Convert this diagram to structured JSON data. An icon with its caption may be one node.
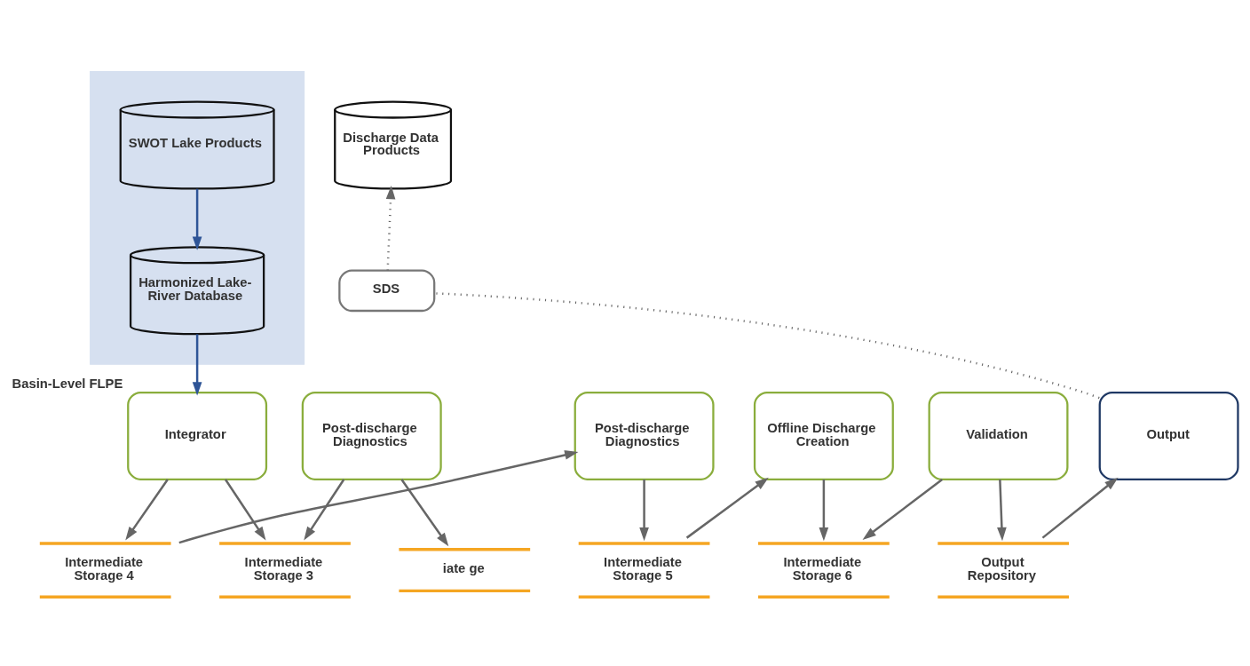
{
  "diagram": {
    "nodes": [
      {
        "text": [],
        "shape": "box"
      },
      {
        "text": [
          "SWOT Lake Products"
        ],
        "in": 0
      },
      {
        "text": [
          "Harmonized Lake-River Database"
        ],
        "in": 0
      },
      {
        "text": [
          "Discharge Data Products"
        ]
      },
      {
        "text": [
          "SDS"
        ]
      },
      {
        "text": [
          "Post-discharge Diagnostics"
        ]
      },
      {
        "text": [
          "Integrator"
        ],
        "beside": [
          "Basin-Level FLPE"
        ]
      },
      {
        "text": [
          "Post-discharge Diagnostics"
        ]
      },
      {
        "text": [
          "Offline Discharge Creation"
        ]
      },
      {
        "text": [
          "Validation"
        ]
      },
      {
        "text": [
          "Output"
        ]
      },
      {
        "text": [
          "iate ge"
        ]
      },
      {
        "text": [
          "Intermediate Storage 3"
        ]
      },
      {
        "text": [
          "Intermediate Storage 4"
        ]
      },
      {
        "text": [
          "Intermediate Storage 5"
        ]
      },
      {
        "text": [
          "Intermediate Storage 6"
        ]
      },
      {
        "text": [
          "Output Repository"
        ]
      }
    ],
    "edges": [
      {
        "from": 1,
        "to": 2,
        "arrow": "to",
        "color": "#2f5597"
      },
      {
        "from": 2,
        "to": 6,
        "arrow": "to",
        "color": "#2f5597"
      },
      {
        "from": 5,
        "to": 11,
        "arrow": "to"
      },
      {
        "from": 5,
        "to": 12,
        "arrow": "to"
      },
      {
        "from": 6,
        "to": 12,
        "arrow": "to"
      },
      {
        "from": 6,
        "to": 13,
        "arrow": "to"
      },
      {
        "from": 13,
        "to": 7,
        "arrow": "to"
      },
      {
        "from": 7,
        "to": 14,
        "arrow": "to"
      },
      {
        "from": 14,
        "to": 8,
        "arrow": "to"
      },
      {
        "from": 8,
        "to": 15,
        "arrow": "to"
      },
      {
        "from": 9,
        "to": 15,
        "arrow": "to"
      },
      {
        "from": 9,
        "to": 16,
        "arrow": "to"
      },
      {
        "from": 16,
        "to": 10,
        "arrow": "to"
      },
      {
        "from": 10,
        "to": 4,
        "arrow": "none",
        "style": "dashed"
      },
      {
        "from": 4,
        "to": 3,
        "arrow": "to",
        "style": "dashed"
      }
    ]
  }
}
